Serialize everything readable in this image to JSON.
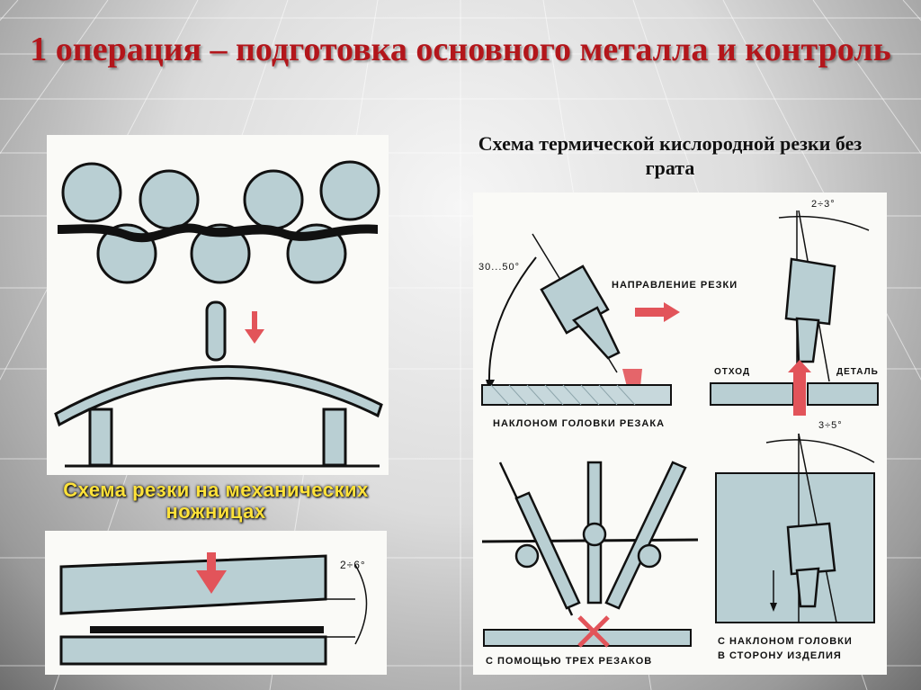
{
  "slide": {
    "title": "1 операция – подготовка основного металла и контроль",
    "right_heading": "Схема термической кислородной резки без грата",
    "left_caption": "Схема резки на механических ножницах"
  },
  "scissors_diagram": {
    "angle_label": "2÷6°"
  },
  "thermal_diagram": {
    "angle_torch": "30...50°",
    "direction_label": "НАПРАВЛЕНИЕ РЕЗКИ",
    "tilt_label": "НАКЛОНОМ ГОЛОВКИ РЕЗАКА",
    "angle_small_top": "2÷3°",
    "waste_label": "ОТХОД",
    "part_label": "ДЕТАЛЬ",
    "angle_small_bottom": "3÷5°",
    "three_cutters_label": "С ПОМОЩЬЮ ТРЕХ РЕЗАКОВ",
    "side_tilt_label_1": "С НАКЛОНОМ ГОЛОВКИ",
    "side_tilt_label_2": "В СТОРОНУ ИЗДЕЛИЯ"
  },
  "colors": {
    "title": "#b3161b",
    "caption": "#ffe23a",
    "steel_fill": "#b9cfd3",
    "arrow": "#e2545a"
  }
}
